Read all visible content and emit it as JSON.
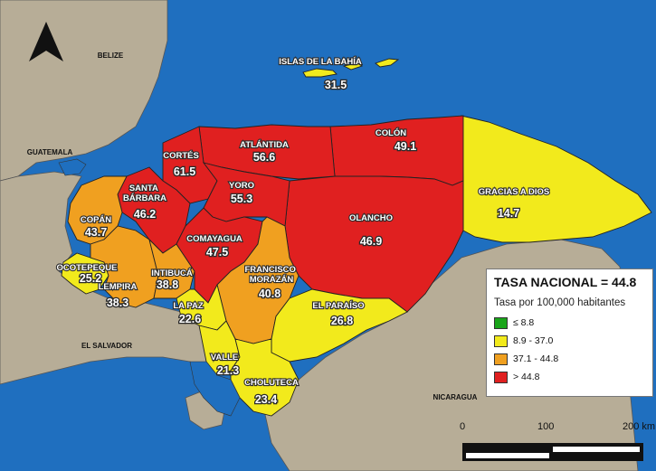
{
  "colors": {
    "sea": "#1f6fbf",
    "land": "#b7ad97",
    "class_1": "#1aa51a",
    "class_2": "#f2ea1c",
    "class_3": "#f0a020",
    "class_4": "#e02020"
  },
  "countries": {
    "belize": "BELIZE",
    "guatemala": "GUATEMALA",
    "el_salvador": "EL SALVADOR",
    "nicaragua": "NICARAGUA"
  },
  "departments": [
    {
      "name": "ISLAS DE LA BAHÍA",
      "value": "31.5",
      "class": 2
    },
    {
      "name": "ATLÁNTIDA",
      "value": "56.6",
      "class": 4
    },
    {
      "name": "COLÓN",
      "value": "49.1",
      "class": 4
    },
    {
      "name": "CORTÉS",
      "value": "61.5",
      "class": 4
    },
    {
      "name": "YORO",
      "value": "55.3",
      "class": 4
    },
    {
      "name": "SANTA BÁRBARA",
      "value": "46.2",
      "class": 4
    },
    {
      "name": "GRACIAS A DIOS",
      "value": "14.7",
      "class": 2
    },
    {
      "name": "COPÁN",
      "value": "43.7",
      "class": 3
    },
    {
      "name": "OLANCHO",
      "value": "46.9",
      "class": 4
    },
    {
      "name": "COMAYAGUA",
      "value": "47.5",
      "class": 4
    },
    {
      "name": "OCOTEPEQUE",
      "value": "25.2",
      "class": 2
    },
    {
      "name": "INTIBUCÁ",
      "value": "38.8",
      "class": 3
    },
    {
      "name": "FRANCISCO MORAZÁN",
      "value": "40.8",
      "class": 3
    },
    {
      "name": "LEMPIRA",
      "value": "38.3",
      "class": 3
    },
    {
      "name": "LA PAZ",
      "value": "22.6",
      "class": 2
    },
    {
      "name": "EL PARAÍSO",
      "value": "26.8",
      "class": 2
    },
    {
      "name": "VALLE",
      "value": "21.3",
      "class": 2
    },
    {
      "name": "CHOLUTECA",
      "value": "23.4",
      "class": 2
    }
  ],
  "legend": {
    "title": "TASA NACIONAL = 44.8",
    "subtitle": "Tasa por 100,000 habitantes",
    "classes": [
      {
        "label": "≤  8.8",
        "color": "#1aa51a"
      },
      {
        "label": "8.9 - 37.0",
        "color": "#f2ea1c"
      },
      {
        "label": "37.1 - 44.8",
        "color": "#f0a020"
      },
      {
        "label": "> 44.8",
        "color": "#e02020"
      }
    ]
  },
  "scale": {
    "labels": [
      "0",
      "100",
      "200 km"
    ]
  }
}
